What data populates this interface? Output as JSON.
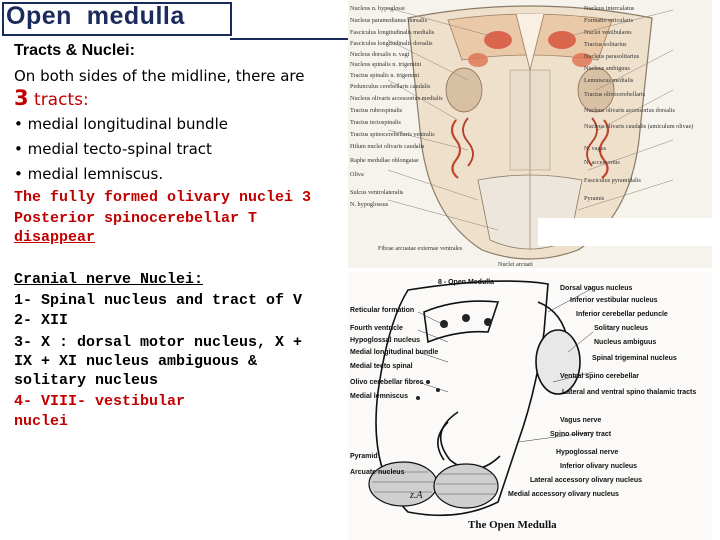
{
  "title": "Open  medulla",
  "tracts_heading": "Tracts & Nuclei:",
  "intro_line": "On both sides of the midline, there are",
  "three_number": "3",
  "three_rest": " tracts:",
  "bullets": [
    "• medial longitudinal bundle",
    "• medial tecto-spinal tract",
    "• medial lemniscus."
  ],
  "olivary_line": "The fully formed olivary nuclei 3",
  "posterior_line": "Posterior spinocerebellar T",
  "disappear": "disappear",
  "cranial_heading": "Cranial nerve Nuclei:",
  "cranial_items": [
    "1- Spinal nucleus and tract of V",
    "2- XII",
    "3- X : dorsal motor nucleus, X +",
    "IX + XI nucleus ambiguous &",
    "solitary nucleus"
  ],
  "vestibular_lines": [
    "4- VIII- vestibular",
    "nuclei"
  ],
  "fig1": {
    "labels_left": [
      "Nucleus n. hypoglossi",
      "Nucleus paramedianus dorsalis",
      "Fasciculus longitudinalis medialis",
      "Fasciculus longitudinalis dorsalis",
      "Nucleus dorsalis n. vagi",
      "Nucleus spinalis n. trigemini",
      "Tractus spinalis n. trigemini",
      "Pedunculus cerebellaris caudalis",
      "Nucleus olivaris accessorius medialis",
      "Tractus rubrospinalis",
      "Tractus tectospinalis",
      "Tractus spinocerebellaris ventralis",
      "Hilum nuclei olivaris caudalis",
      "Raphe medullae oblongatae",
      "Oliva",
      "Sulcus ventrolateralis",
      "N. hypoglossus",
      "Fibrae arcuatae externae ventrales"
    ],
    "labels_right": [
      "Nucleus intercalatus",
      "Formatio reticularis",
      "Nuclei vestibulares",
      "Tractus solitarius",
      "Nucleus parasolitarius",
      "Nucleus ambiguus",
      "Lemniscus medialis",
      "Tractus olivocerebellaris",
      "Nucleus olivaris accessorius dorsalis",
      "Nucleus olivaris caudalis (amiculum olivae)",
      "N. vagus",
      "N. accessorius",
      "Fasciculus pyramidalis",
      "Pyramis"
    ],
    "bottom": "Nuclei arcuati"
  },
  "fig2": {
    "caption_top": "8 - Open Medulla",
    "labels_left": [
      "Reticular formation",
      "Fourth ventricle",
      "Hypoglossal nucleus",
      "Medial longitudinal bundle",
      "Medial tecto spinal",
      "Olivo cerebellar fibres",
      "Medial lemniscus",
      "Pyramid",
      "Arcuate nucleus"
    ],
    "labels_right": [
      "Dorsal vagus nucleus",
      "Inferior vestibular nucleus",
      "Inferior cerebellar peduncle",
      "Solitary nucleus",
      "Nucleus ambiguus",
      "Spinal trigeminal nucleus",
      "Ventral spino cerebellar",
      "Lateral and ventral spino thalamic tracts",
      "Vagus nerve",
      "Spino olivary tract",
      "Hypoglossal nerve",
      "Inferior olivary nucleus",
      "Lateral accessory olivary nucleus",
      "Medial accessory olivary nucleus"
    ],
    "signature": "z.A",
    "caption_bottom": "The Open Medulla"
  }
}
